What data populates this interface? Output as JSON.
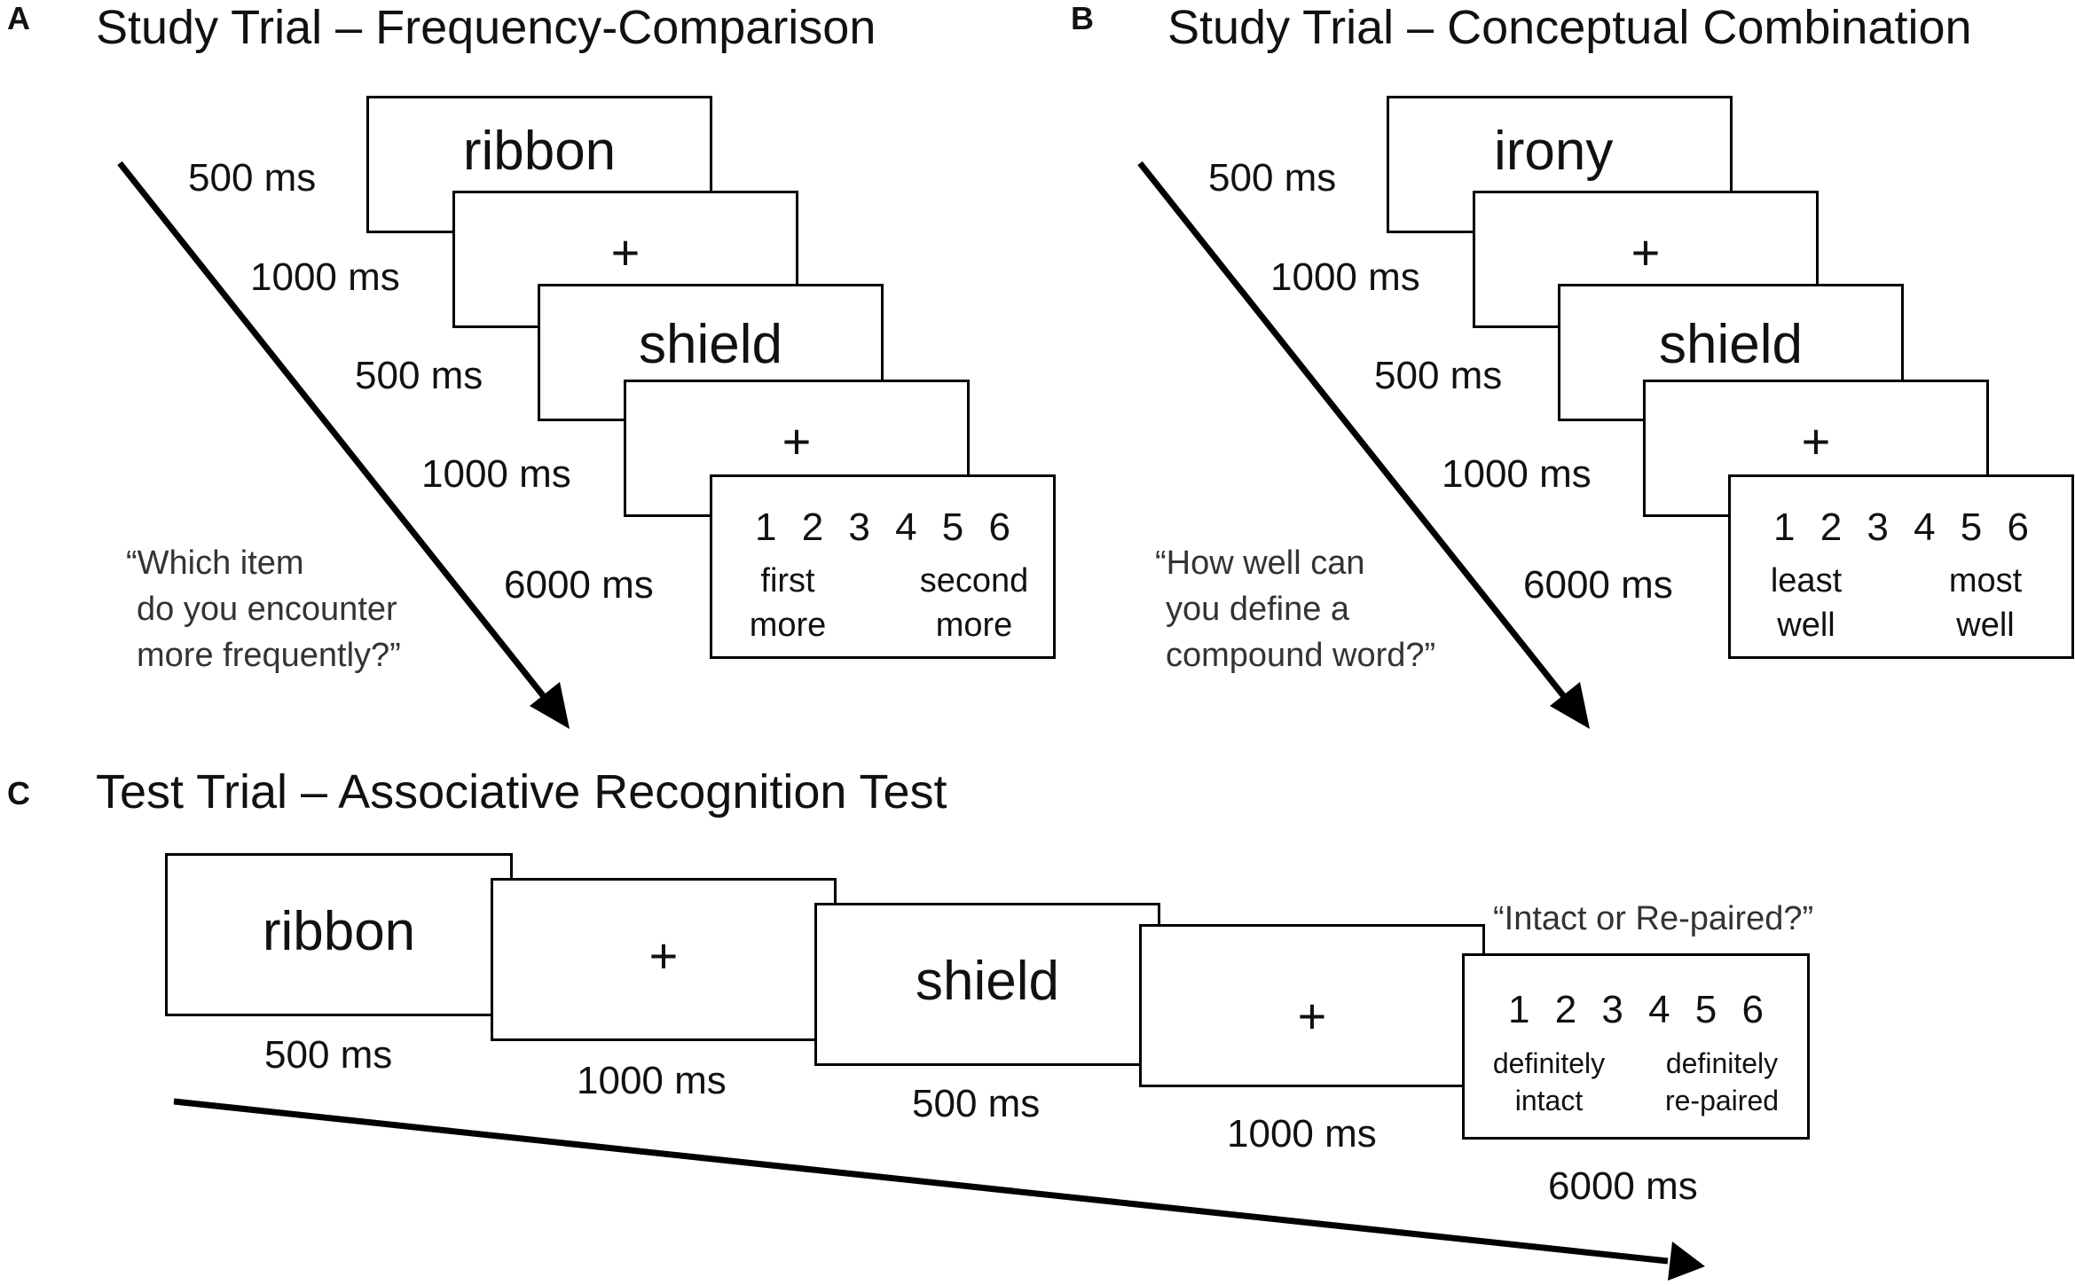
{
  "panel_a": {
    "letter": "A",
    "title": "Study Trial – Frequency-Comparison",
    "word1": "ribbon",
    "fixation1": "+",
    "word2": "shield",
    "fixation2": "+",
    "timings": [
      "500 ms",
      "1000 ms",
      "500 ms",
      "1000 ms",
      "6000 ms"
    ],
    "question": [
      "“Which item",
      "do you encounter",
      "more frequently?”"
    ],
    "scale_numbers": "1 2 3 4 5 6",
    "anchor_low": [
      "first",
      "more"
    ],
    "anchor_high": [
      "second",
      "more"
    ]
  },
  "panel_b": {
    "letter": "B",
    "title": "Study Trial – Conceptual Combination",
    "word1": "irony",
    "fixation1": "+",
    "word2": "shield",
    "fixation2": "+",
    "timings": [
      "500 ms",
      "1000 ms",
      "500 ms",
      "1000 ms",
      "6000 ms"
    ],
    "question": [
      "“How well can",
      "you define a",
      "compound word?”"
    ],
    "scale_numbers": "1 2 3 4 5 6",
    "anchor_low": [
      "least",
      "well"
    ],
    "anchor_high": [
      "most",
      "well"
    ]
  },
  "panel_c": {
    "letter": "C",
    "title": "Test Trial – Associative Recognition Test",
    "word1": "ribbon",
    "fixation1": "+",
    "word2": "shield",
    "fixation2": "+",
    "timings": [
      "500 ms",
      "1000 ms",
      "500 ms",
      "1000 ms",
      "6000 ms"
    ],
    "question": "“Intact or Re-paired?”",
    "scale_numbers": "1 2 3 4 5 6",
    "anchor_low": [
      "definitely",
      "intact"
    ],
    "anchor_high": [
      "definitely",
      "re-paired"
    ]
  }
}
